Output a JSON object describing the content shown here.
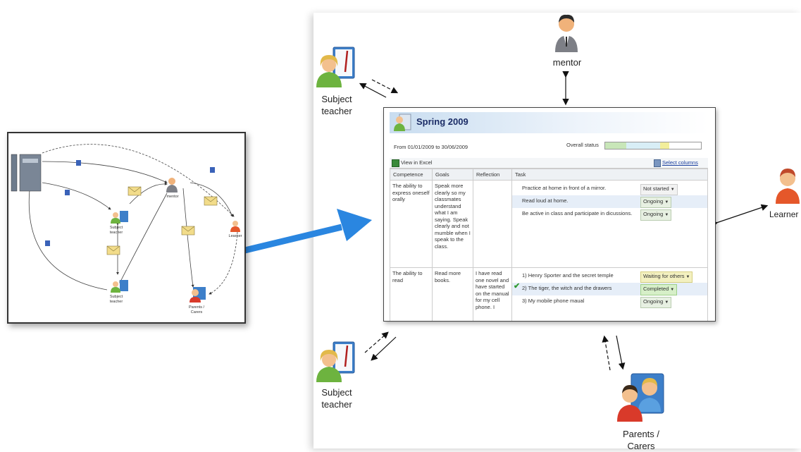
{
  "left_thumbnail": {
    "mentor": "mentor",
    "subject_teacher_1": "Subject teacher",
    "subject_teacher_2": "Subject teacher",
    "learner": "Learner",
    "parents": "Parents / Carers"
  },
  "actors": {
    "mentor": "mentor",
    "subject_teacher_top": [
      "Subject",
      "teacher"
    ],
    "subject_teacher_bottom": [
      "Subject",
      "teacher"
    ],
    "learner": "Learner",
    "parents": [
      "Parents /",
      "Carers"
    ]
  },
  "window": {
    "title": "Spring 2009",
    "date_range": "From 01/01/2009 to 30/06/2009",
    "overall_status_label": "Overall status",
    "status_segments": [
      {
        "fraction": 0.22,
        "color": "#c8e6b8"
      },
      {
        "fraction": 0.35,
        "color": "#d8eef6"
      },
      {
        "fraction": 0.1,
        "color": "#f2ee9a"
      },
      {
        "fraction": 0.33,
        "color": "#ffffff"
      }
    ],
    "view_in_excel": "View in Excel",
    "select_columns": "Select columns",
    "columns": [
      "Competence",
      "Goals",
      "Reflection",
      "Task"
    ],
    "rows": [
      {
        "competence": "The ability to express oneself orally",
        "goals": "Speak more clearly so my classmates understand what I am saying. Speak clearly and not mumble when I speak to the class.",
        "reflection": "",
        "tasks": [
          {
            "text": "Practice at home in front of a mirror.",
            "status": "Not started",
            "checked": false,
            "highlight": false
          },
          {
            "text": "Read loud at home.",
            "status": "Ongoing",
            "checked": false,
            "highlight": true
          },
          {
            "text": "Be active in class and participate in dicussions.",
            "status": "Ongoing",
            "checked": false,
            "highlight": false
          }
        ]
      },
      {
        "competence": "The ability to read",
        "goals": "Read more books.",
        "reflection": "I have read one novel and have started on the manual for my cell phone. I",
        "tasks": [
          {
            "text": "1) Henry Sporter and the secret temple",
            "status": "Waiting for others",
            "checked": false,
            "highlight": false
          },
          {
            "text": "2) The tiger, the witch and the drawers",
            "status": "Completed",
            "checked": true,
            "highlight": true
          },
          {
            "text": "3) My mobile phone maual",
            "status": "Ongoing",
            "checked": false,
            "highlight": false
          }
        ]
      }
    ]
  },
  "colors": {
    "big_arrow": "#2a86e0",
    "title": "#1b2c66",
    "link": "#1a3f9e"
  }
}
